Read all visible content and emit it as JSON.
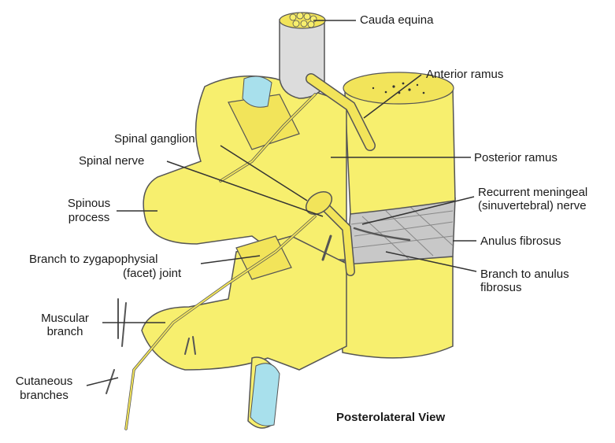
{
  "diagram": {
    "caption": "Posterolateral View",
    "labels": {
      "cauda_equina": "Cauda equina",
      "anterior_ramus": "Anterior ramus",
      "spinal_ganglion": "Spinal ganglion",
      "posterior_ramus": "Posterior ramus",
      "spinal_nerve": "Spinal nerve",
      "recurrent_1": "Recurrent meningeal",
      "recurrent_2": "(sinuvertebral) nerve",
      "spinous_1": "Spinous",
      "spinous_2": "process",
      "anulus_fibrosus": "Anulus fibrosus",
      "zyg_1": "Branch to zygapophysial",
      "zyg_2": "(facet) joint",
      "branch_anulus_1": "Branch to anulus",
      "branch_anulus_2": "fibrosus",
      "muscular_1": "Muscular",
      "muscular_2": "branch",
      "cutaneous_1": "Cutaneous",
      "cutaneous_2": "branches"
    }
  },
  "colors": {
    "bone": "#f7ef6e",
    "bone_dark": "#e3d43a",
    "cartilage": "#a8e0ec",
    "nerve": "#e8d84a",
    "dura": "#dcdcdc",
    "disc": "#bdbdbd"
  }
}
